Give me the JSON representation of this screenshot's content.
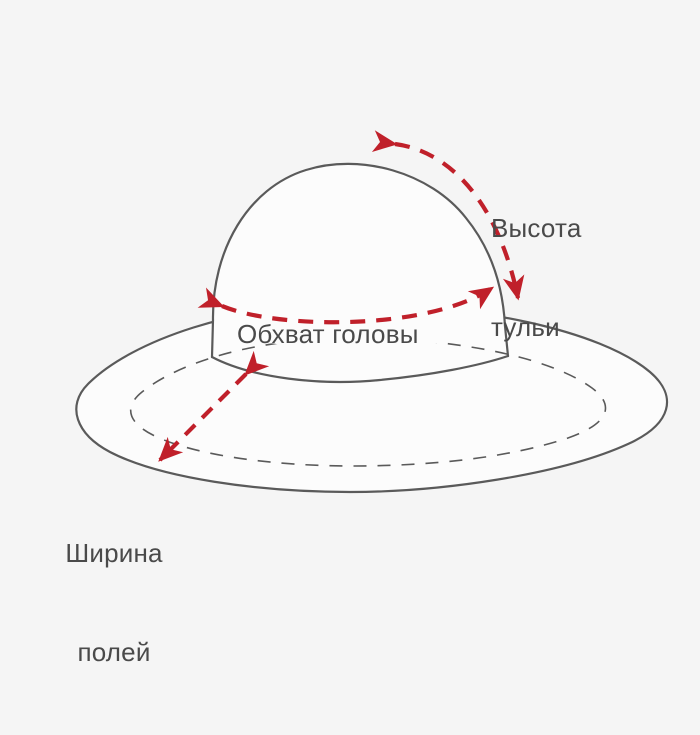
{
  "diagram": {
    "title": "Hat measurement diagram",
    "subject": "hat",
    "background_color": "#f5f5f5",
    "outline_color": "#5a5a5a",
    "arrow_color": "#c0202a",
    "text_color": "#4a4a4a",
    "labels": {
      "crown_height": {
        "name": "crown-height",
        "line1": "Высота",
        "line2": "тульи"
      },
      "head_circumference": {
        "name": "head-circumference",
        "line1": "Обхват головы"
      },
      "brim_width": {
        "name": "brim-width",
        "line1": "Ширина",
        "line2": "полей"
      }
    },
    "shapes": {
      "crown": "dome-shaped hat crown",
      "brim": "elliptical hat brim",
      "brim_inner": "dashed inner brim edge"
    },
    "arrows": {
      "crown_height": "curved double-headed dashed arrow along right side of crown",
      "head_circumference": "curved double-headed dashed arrow across crown base",
      "brim_width": "straight double-headed dashed arrow across brim"
    }
  }
}
